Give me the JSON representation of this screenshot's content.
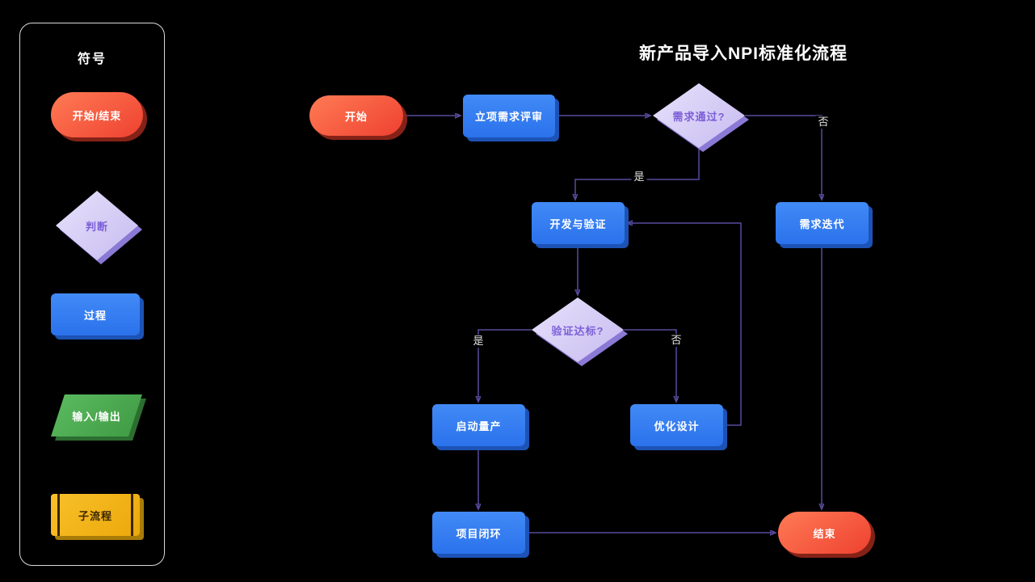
{
  "title": "新产品导入NPI标准化流程",
  "legend": {
    "title": "符号",
    "items": [
      {
        "label": "开始/结束",
        "shape": "pill"
      },
      {
        "label": "判断",
        "shape": "diamond"
      },
      {
        "label": "过程",
        "shape": "rect"
      },
      {
        "label": "输入/输出",
        "shape": "parallelogram"
      },
      {
        "label": "子流程",
        "shape": "subprocess"
      }
    ]
  },
  "flow": {
    "nodes": [
      {
        "id": "start",
        "label": "开始",
        "type": "start-end"
      },
      {
        "id": "review",
        "label": "立项需求评审",
        "type": "process"
      },
      {
        "id": "req-pass",
        "label": "需求通过?",
        "type": "decision"
      },
      {
        "id": "dev",
        "label": "开发与验证",
        "type": "process"
      },
      {
        "id": "iterate",
        "label": "需求迭代",
        "type": "process"
      },
      {
        "id": "verify",
        "label": "验证达标?",
        "type": "decision"
      },
      {
        "id": "mass-production",
        "label": "启动量产",
        "type": "process"
      },
      {
        "id": "optimize",
        "label": "优化设计",
        "type": "process"
      },
      {
        "id": "closure",
        "label": "项目闭环",
        "type": "process"
      },
      {
        "id": "end",
        "label": "结束",
        "type": "start-end"
      }
    ],
    "edge_labels": [
      {
        "id": "req-pass-yes",
        "label": "是"
      },
      {
        "id": "req-pass-no",
        "label": "否"
      },
      {
        "id": "verify-yes",
        "label": "是"
      },
      {
        "id": "verify-no",
        "label": "否"
      }
    ],
    "edges": [
      {
        "from": "start",
        "to": "review",
        "label": ""
      },
      {
        "from": "review",
        "to": "req-pass",
        "label": ""
      },
      {
        "from": "req-pass",
        "to": "dev",
        "label": "是"
      },
      {
        "from": "req-pass",
        "to": "iterate",
        "label": "否"
      },
      {
        "from": "iterate",
        "to": "end",
        "label": ""
      },
      {
        "from": "dev",
        "to": "verify",
        "label": ""
      },
      {
        "from": "verify",
        "to": "mass-production",
        "label": "是"
      },
      {
        "from": "verify",
        "to": "optimize",
        "label": "否"
      },
      {
        "from": "optimize",
        "to": "dev",
        "label": ""
      },
      {
        "from": "mass-production",
        "to": "closure",
        "label": ""
      },
      {
        "from": "closure",
        "to": "end",
        "label": ""
      }
    ]
  },
  "colors": {
    "background": "#000000",
    "start_end_fill": "#f2503a",
    "process_fill": "#2f7bf0",
    "decision_fill": "#d6cdf5",
    "decision_text": "#7c5fd8",
    "io_fill": "#4aa94f",
    "subprocess_fill": "#f3b513",
    "connector": "#584a9e"
  }
}
